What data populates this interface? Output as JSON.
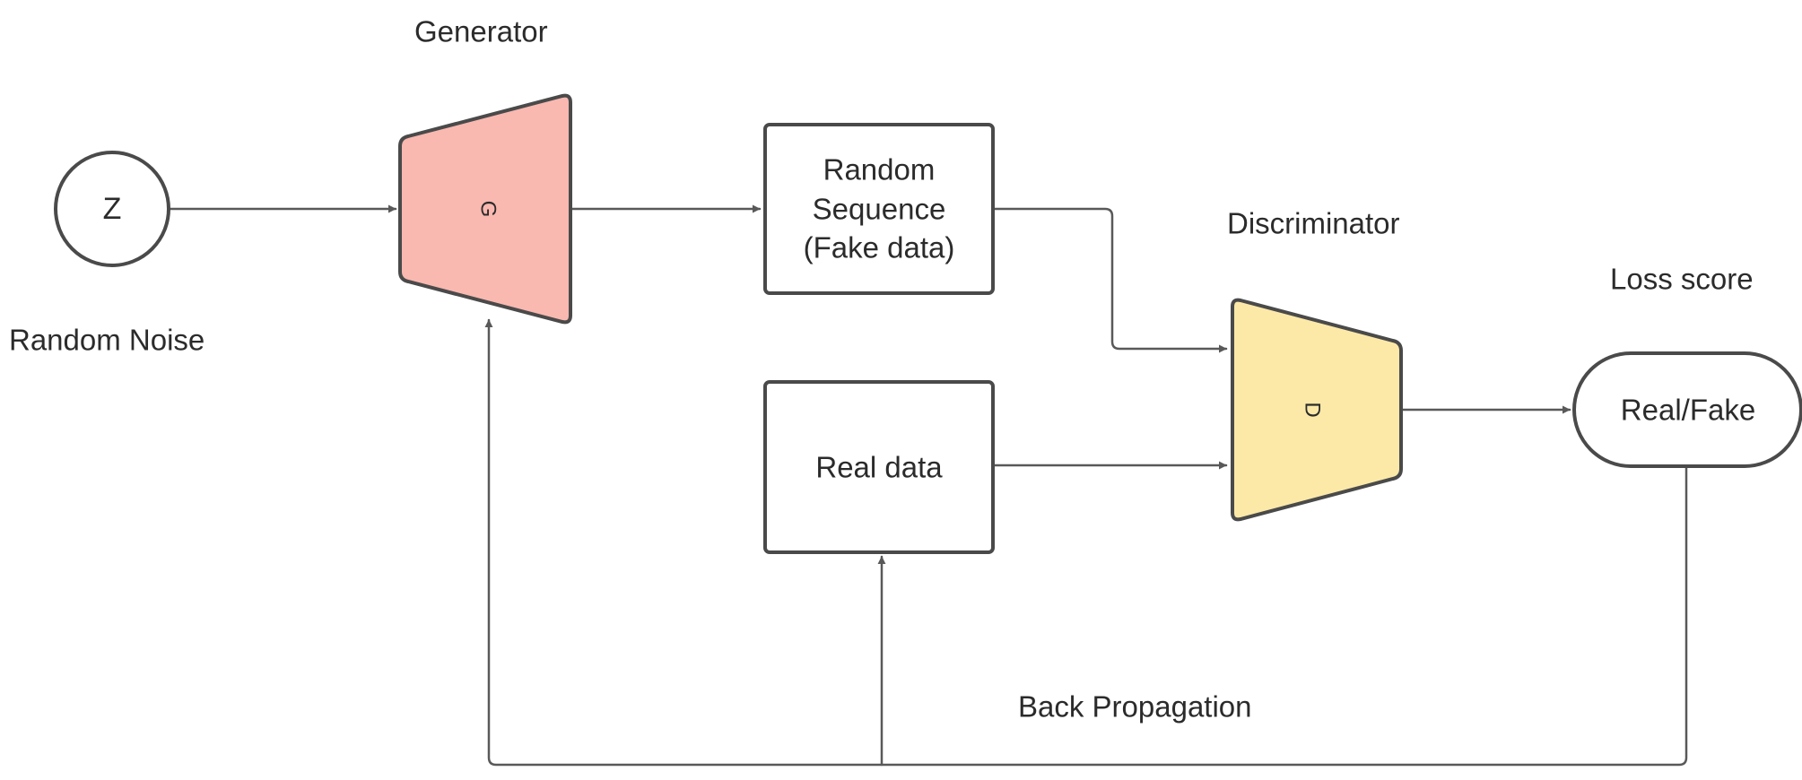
{
  "labels": {
    "generator": "Generator",
    "discriminator": "Discriminator",
    "random_noise": "Random Noise",
    "loss_score": "Loss score",
    "back_propagation": "Back Propagation"
  },
  "nodes": {
    "z": "Z",
    "g": "G",
    "d": "D",
    "fake_line1": "Random",
    "fake_line2": "Sequence",
    "fake_line3": "(Fake data)",
    "real_data": "Real data",
    "real_fake": "Real/Fake"
  },
  "colors": {
    "generator_fill": "#f9b8b0",
    "discriminator_fill": "#fce9a8",
    "line": "#595959",
    "stroke": "#4a4a4a",
    "text": "#2b2b2b"
  }
}
